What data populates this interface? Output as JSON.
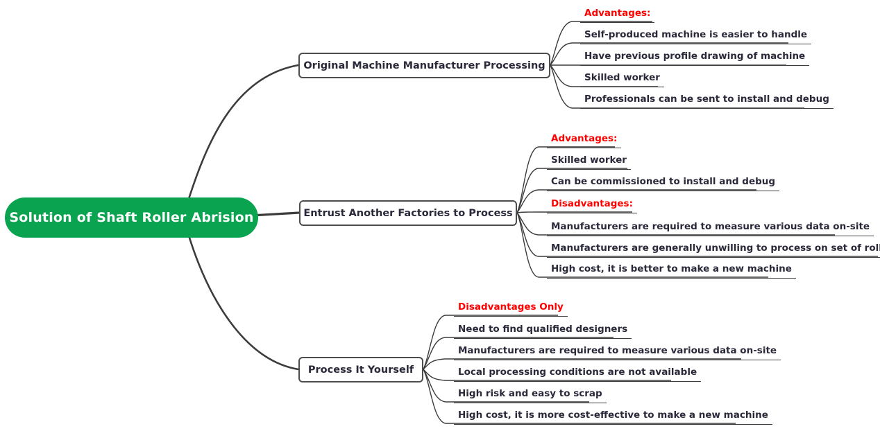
{
  "diagram": {
    "type": "mind-map",
    "title": "Solution of Shaft Roller Abrision",
    "colors": {
      "root_fill": "#0AA350",
      "root_text": "#FFFFFF",
      "node_border": "#4D4D4D",
      "node_text": "#29293A",
      "header_text": "#FF0000",
      "connector": "#3C3C3C",
      "background": "#FFFFFF"
    }
  },
  "root": {
    "label": "Solution of Shaft Roller Abrision"
  },
  "branches": [
    {
      "label": "Original Machine Manufacturer Processing",
      "leaves": [
        {
          "label": "Advantages:",
          "kind": "header"
        },
        {
          "label": "Self-produced machine is easier to handle",
          "kind": "item"
        },
        {
          "label": "Have previous profile drawing of machine",
          "kind": "item"
        },
        {
          "label": "Skilled worker",
          "kind": "item"
        },
        {
          "label": "Professionals can be sent to install and debug",
          "kind": "item"
        }
      ]
    },
    {
      "label": "Entrust Another Factories to Process",
      "leaves": [
        {
          "label": "Advantages:",
          "kind": "header"
        },
        {
          "label": "Skilled worker",
          "kind": "item"
        },
        {
          "label": "Can be commissioned to install and debug",
          "kind": "item"
        },
        {
          "label": "Disadvantages:",
          "kind": "header"
        },
        {
          "label": "Manufacturers are required to measure various data on-site",
          "kind": "item"
        },
        {
          "label": "Manufacturers are generally unwilling to process on set of roller only",
          "kind": "item"
        },
        {
          "label": "High cost, it is better to make a new machine",
          "kind": "item"
        }
      ]
    },
    {
      "label": "Process It Yourself",
      "leaves": [
        {
          "label": "Disadvantages Only",
          "kind": "header"
        },
        {
          "label": "Need to find qualified designers",
          "kind": "item"
        },
        {
          "label": "Manufacturers are required to measure various data on-site",
          "kind": "item"
        },
        {
          "label": "Local processing conditions are not available",
          "kind": "item"
        },
        {
          "label": "High risk and easy to scrap",
          "kind": "item"
        },
        {
          "label": "High cost, it is more cost-effective to make a new machine",
          "kind": "item"
        }
      ]
    }
  ]
}
